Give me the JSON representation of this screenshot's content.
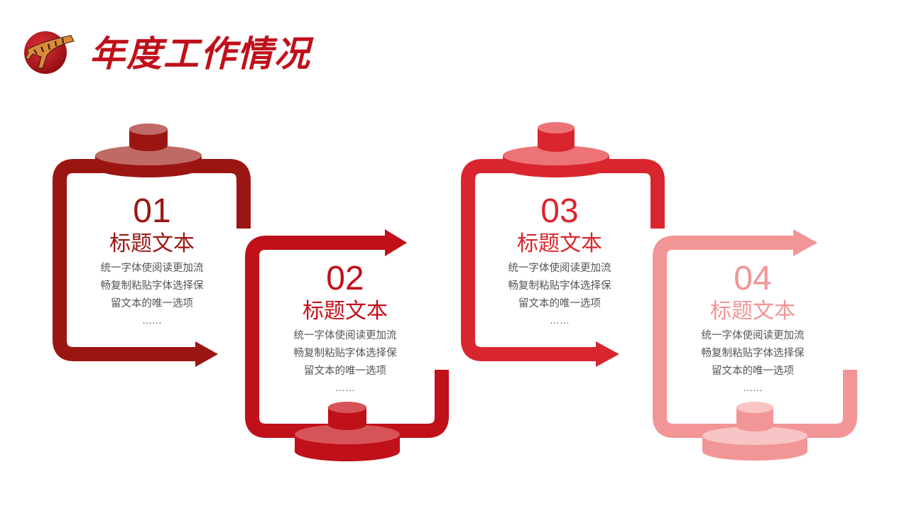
{
  "header": {
    "title": "年度工作情况",
    "logo_icon": "tiger-emblem-icon"
  },
  "colors": {
    "step1": "#9b1612",
    "step2": "#c0101a",
    "step3": "#d9262e",
    "step4": "#f29596",
    "body_text": "#555555"
  },
  "steps": [
    {
      "number": "01",
      "heading": "标题文本",
      "lines": [
        "统一字体使阅读更加流",
        "畅复制粘贴字体选择保",
        "留文本的唯一选项"
      ],
      "ellipsis": "……"
    },
    {
      "number": "02",
      "heading": "标题文本",
      "lines": [
        "统一字体使阅读更加流",
        "畅复制粘贴字体选择保",
        "留文本的唯一选项"
      ],
      "ellipsis": "……"
    },
    {
      "number": "03",
      "heading": "标题文本",
      "lines": [
        "统一字体使阅读更加流",
        "畅复制粘贴字体选择保",
        "留文本的唯一选项"
      ],
      "ellipsis": "……"
    },
    {
      "number": "04",
      "heading": "标题文本",
      "lines": [
        "统一字体使阅读更加流",
        "畅复制粘贴字体选择保",
        "留文本的唯一选项"
      ],
      "ellipsis": "……"
    }
  ]
}
